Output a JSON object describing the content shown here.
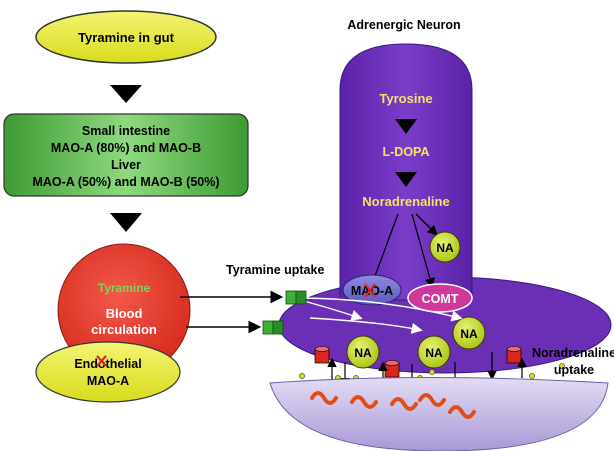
{
  "title": "Adrenergic Neuron",
  "gut": {
    "label": "Tyramine in gut"
  },
  "metabolism": {
    "line1": "Small intestine",
    "line2": "MAO-A (80%) and MAO-B",
    "line3": "Liver",
    "line4": "MAO-A (50%) and MAO-B (50%)"
  },
  "blood": {
    "tyramine": "Tyramine",
    "line1": "Blood",
    "line2": "circulation"
  },
  "endothelial": {
    "line1": "Endothelial",
    "line2": "MAO-A"
  },
  "pathway": {
    "tyrosine": "Tyrosine",
    "ldopa": "L-DOPA",
    "noradrenaline": "Noradrenaline"
  },
  "labels": {
    "tyramine_uptake": "Tyramine uptake",
    "noradrenaline_uptake_1": "Noradrenaline",
    "noradrenaline_uptake_2": "uptake"
  },
  "enzymes": {
    "mao_a": "MAO-A",
    "comt": "COMT"
  },
  "na": "NA",
  "colors": {
    "neuron": "#6a2fb5",
    "neuron_dark": "#3b1680",
    "yellow_text": "#f2e46a",
    "na_fill": "#c8df2c",
    "blood": "#e8372b",
    "gut_fill": "#e8e93a",
    "green_box": "#5cb84c",
    "tyramine_green": "#6fc64a",
    "comt": "#d1389c",
    "synapse": "#c8b9e8",
    "receptor": "#e24d16"
  }
}
